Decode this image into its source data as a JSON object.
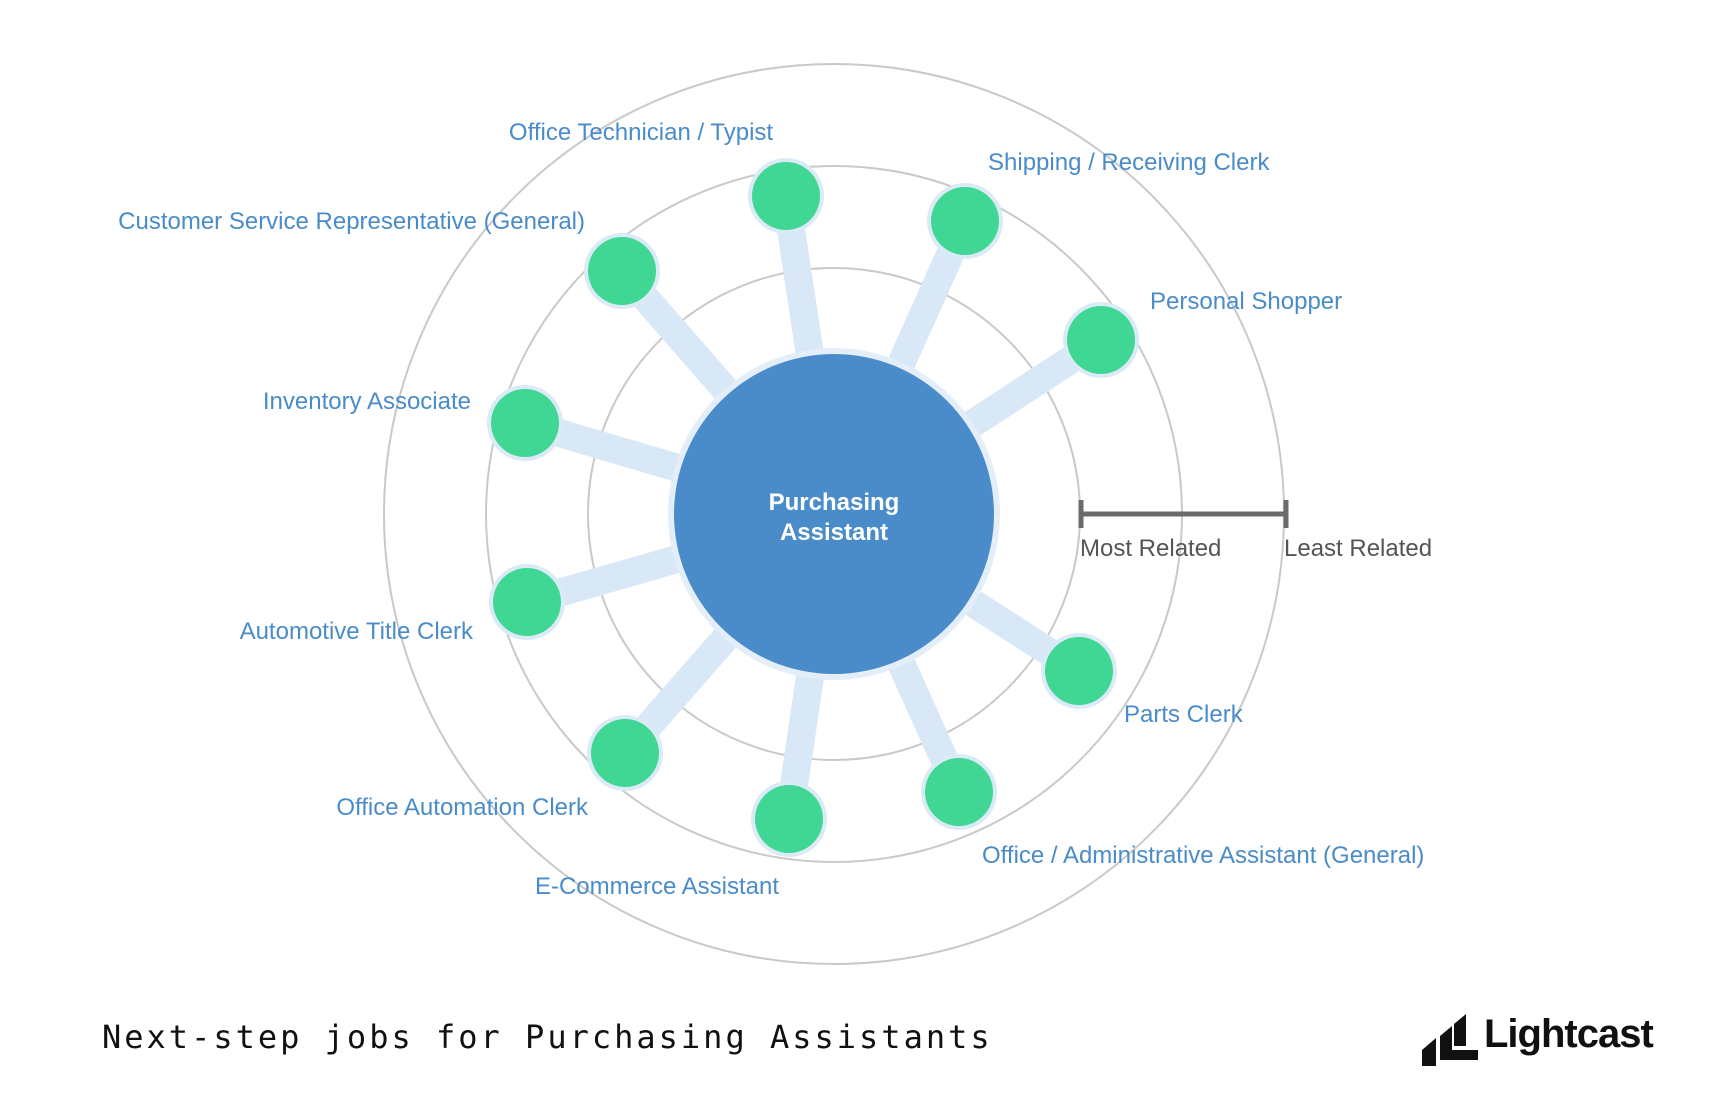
{
  "diagram": {
    "center": {
      "label_line1": "Purchasing",
      "label_line2": "Assistant"
    },
    "scale": {
      "near_label": "Most Related",
      "far_label": "Least Related"
    },
    "colors": {
      "center_fill": "#4a8cc9",
      "node_fill": "#40d694",
      "link": "#d8e8f6",
      "label": "#4a8cc9",
      "ring": "#c9c9c9",
      "scale": "#6b6b6b"
    },
    "nodes": [
      {
        "name": "Office Technician / Typist"
      },
      {
        "name": "Shipping / Receiving Clerk"
      },
      {
        "name": "Customer Service Representative (General)"
      },
      {
        "name": "Personal Shopper"
      },
      {
        "name": "Inventory Associate"
      },
      {
        "name": "Automotive Title Clerk"
      },
      {
        "name": "Parts Clerk"
      },
      {
        "name": "Office Automation Clerk"
      },
      {
        "name": "Office / Administrative Assistant (General)"
      },
      {
        "name": "E-Commerce Assistant"
      }
    ]
  },
  "footer": {
    "caption": "Next-step jobs for Purchasing Assistants",
    "brand": "Lightcast"
  }
}
